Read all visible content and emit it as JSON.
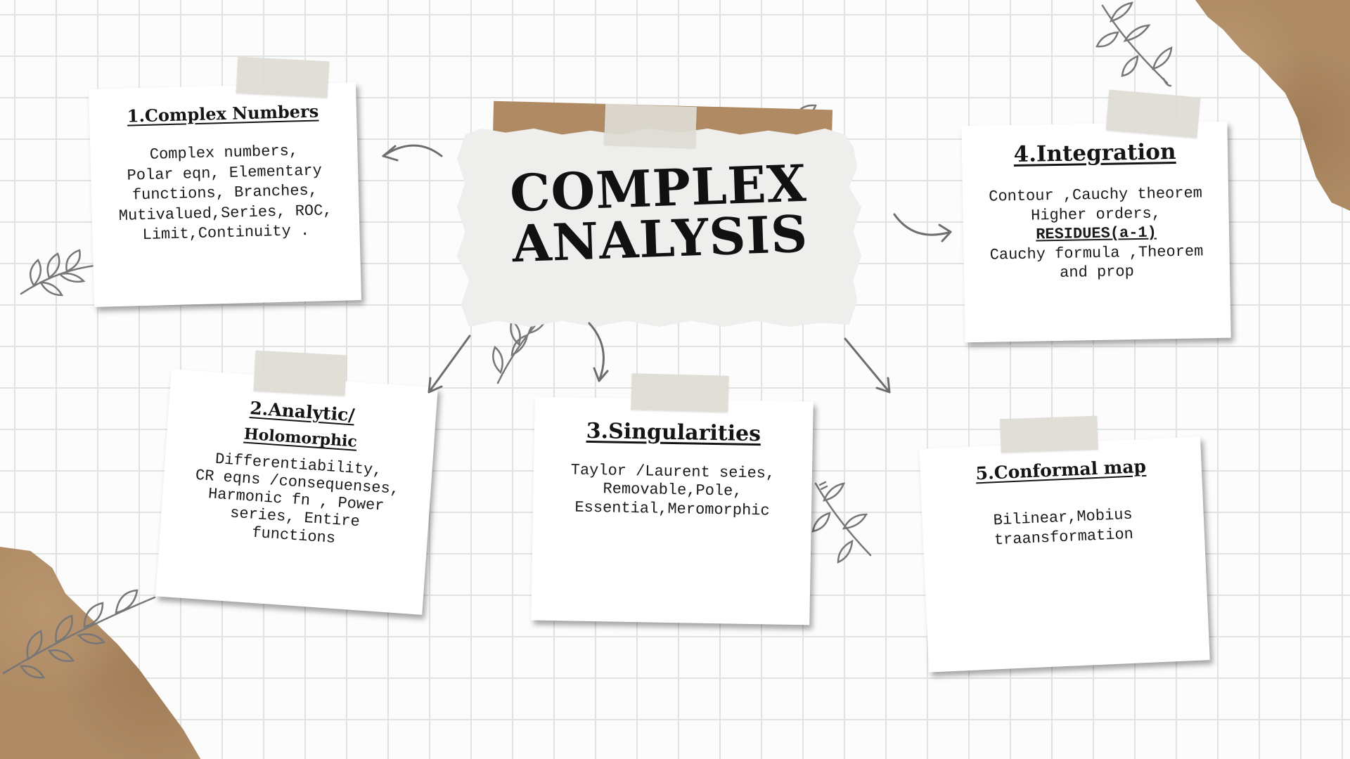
{
  "title": {
    "line1": "COMPLEX",
    "line2": "ANALYSIS"
  },
  "notes": [
    {
      "heading": "1.Complex Numbers",
      "body": "Complex numbers,\nPolar eqn, Elementary\nfunctions, Branches,\nMutivalued,Series, ROC,\nLimit,Continuity ."
    },
    {
      "heading_line1": "2.Analytic/",
      "heading_line2": "Holomorphic",
      "body": "Differentiability,\nCR eqns /consequenses,\nHarmonic fn , Power\nseries, Entire\nfunctions"
    },
    {
      "heading": "3.Singularities",
      "body": "Taylor /Laurent seies,\nRemovable,Pole,\nEssential,Meromorphic"
    },
    {
      "heading": "4.Integration",
      "body_before": "Contour ,Cauchy theorem\nHigher orders,",
      "highlight": "RESIDUES(a-1)",
      "body_after": "Cauchy formula ,Theorem\nand  prop"
    },
    {
      "heading": "5.Conformal map",
      "body": "Bilinear,Mobius\ntraansformation"
    }
  ],
  "colors": {
    "kraft": "#ad8a64",
    "tape": "#dedcd4",
    "paper": "#ffffff",
    "grid": "#dfe4e1",
    "ink": "#111111",
    "arrow": "#6e6e6e",
    "sprig": "#777777"
  }
}
